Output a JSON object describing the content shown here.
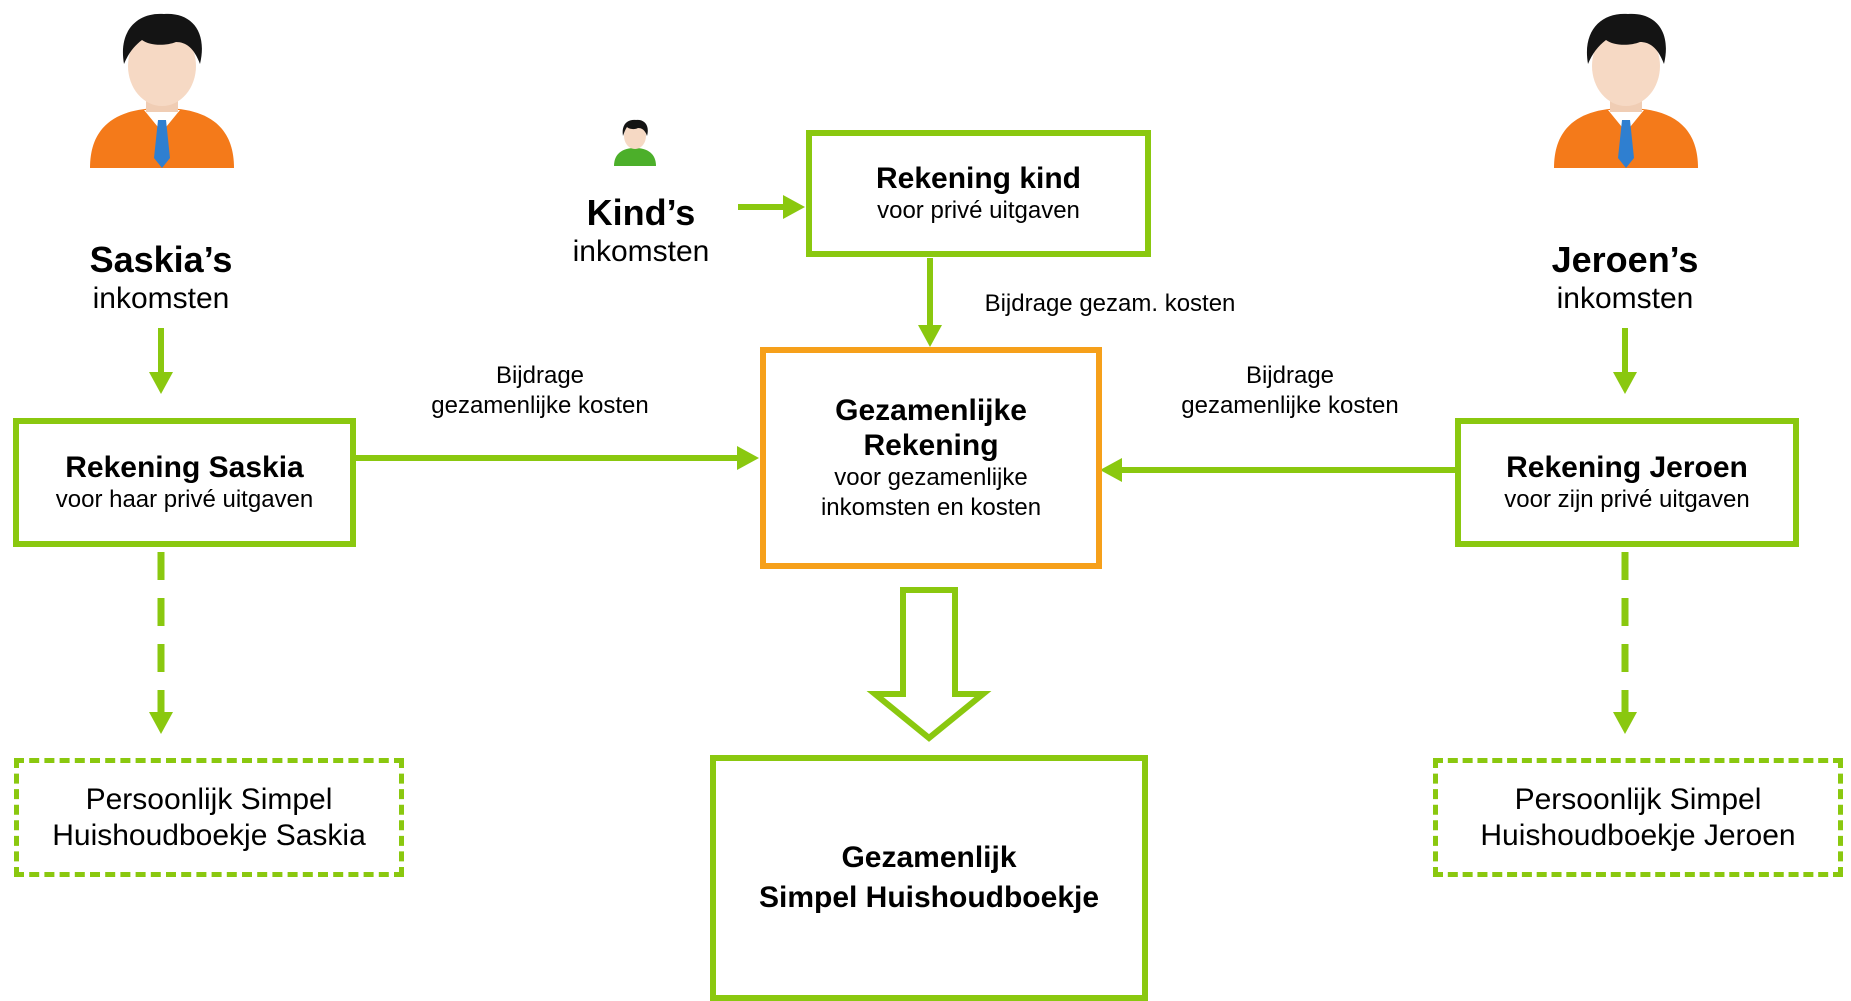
{
  "persons": {
    "saskia": {
      "name": "Saskia’s",
      "sub": "inkomsten"
    },
    "kind": {
      "name": "Kind’s",
      "sub": "inkomsten"
    },
    "jeroen": {
      "name": "Jeroen’s",
      "sub": "inkomsten"
    }
  },
  "accounts": {
    "saskia": {
      "title": "Rekening Saskia",
      "sub": "voor haar privé uitgaven"
    },
    "kind": {
      "title": "Rekening kind",
      "sub": "voor privé uitgaven"
    },
    "gezamenlijk": {
      "title_line1": "Gezamenlijke",
      "title_line2": "Rekening",
      "sub_line1": "voor gezamenlijke",
      "sub_line2": "inkomsten en kosten"
    },
    "jeroen": {
      "title": "Rekening Jeroen",
      "sub": "voor zijn privé uitgaven"
    }
  },
  "edges": {
    "saskia_to_joint": {
      "line1": "Bijdrage",
      "line2": "gezamenlijke kosten"
    },
    "kind_to_joint": {
      "line1": "Bijdrage gezam. kosten"
    },
    "jeroen_to_joint": {
      "line1": "Bijdrage",
      "line2": "gezamenlijke kosten"
    }
  },
  "booklets": {
    "saskia": {
      "line1": "Persoonlijk Simpel",
      "line2": "Huishoudboekje Saskia"
    },
    "jeroen": {
      "line1": "Persoonlijk Simpel",
      "line2": "Huishoudboekje Jeroen"
    },
    "gezamenlijk": {
      "line1": "Gezamenlijk",
      "line2": "Simpel Huishoudboekje"
    }
  },
  "icons": {
    "adult": "person-icon",
    "child": "small-person-icon"
  },
  "colors": {
    "green": "#8ac80f",
    "orange": "#f6a01a",
    "skin": "#f6d9c4",
    "hair": "#141414",
    "shirt": "#f47a1a",
    "tie": "#2f7fd0"
  }
}
